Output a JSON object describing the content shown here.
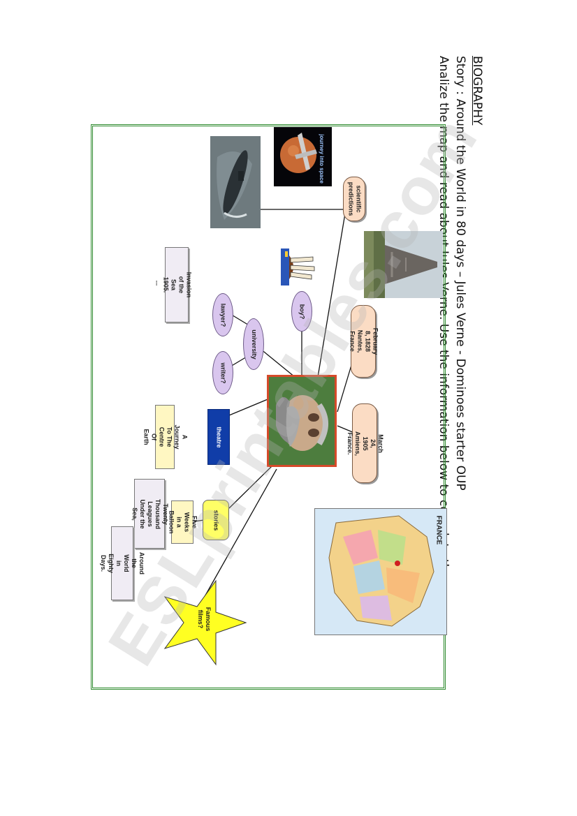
{
  "header": {
    "title": "BIOGRAPHY",
    "story": "Story : Around the World in 80 days – Jules Verne  - Dominoes starter OUP",
    "instruction": "Analize the map and read about Jules Verne. Use the information below to complete the map."
  },
  "nodes": {
    "scientific": "scientific predictions",
    "born": "February 8, 1828 Nantes, France",
    "died": "March 24, 1905 Amiens, France.",
    "boy": "boy?",
    "university": "university",
    "lawyer": "lawyer?",
    "writer": "writer?",
    "theatre": "theatre",
    "invasion": "Invasion of the Sea 1905.",
    "invasion_dots": "...",
    "journey": "A Journey To The Centre Of Earth",
    "stories": "stories",
    "five_weeks": "Five Weeks in a Balloon",
    "twenty": "Twenty Thousand Leagues Under the Sea,",
    "around": "Around the World in Eighty Days.",
    "films": "Famous films?",
    "died_dots": "..."
  },
  "map": {
    "title": "FRANCE"
  },
  "images": {
    "journey_space_caption": "journey into space"
  },
  "watermark": "ESLprintables.com",
  "colors": {
    "frame": "#2e8b2e",
    "pill": "#fbdcc4",
    "oval": "#d9c6ee",
    "theatre": "#103da8",
    "star": "#ffff22",
    "photo_border": "#d64a2a"
  }
}
